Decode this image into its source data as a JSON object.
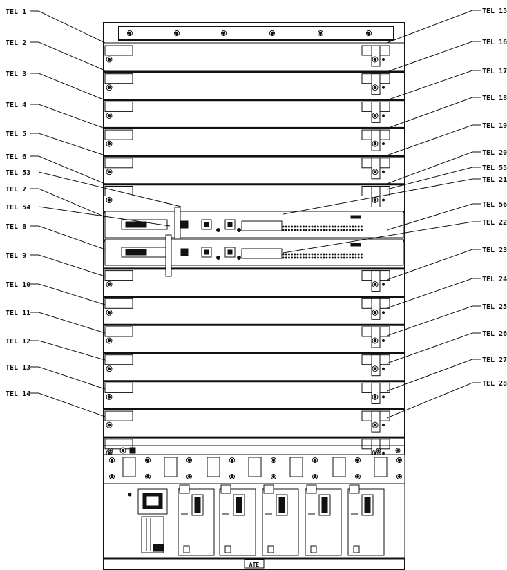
{
  "left_labels": [
    "TEL 1",
    "TEL 2",
    "TEL 3",
    "TEL 4",
    "TEL 5",
    "TEL 6",
    "TEL 53",
    "TEL 7",
    "TEL 54",
    "TEL 8",
    "TEL 9",
    "TEL 10",
    "TEL 11",
    "TEL 12",
    "TEL 13",
    "TEL 14"
  ],
  "right_labels": [
    "TEL 15",
    "TEL 16",
    "TEL 17",
    "TEL 18",
    "TEL 19",
    "TEL 20",
    "TEL 55",
    "TEL 21",
    "TEL 56",
    "TEL 22",
    "TEL 23",
    "TEL 24",
    "TEL 25",
    "TEL 26",
    "TEL 27",
    "TEL 28"
  ],
  "bottom_plate": "ATE"
}
